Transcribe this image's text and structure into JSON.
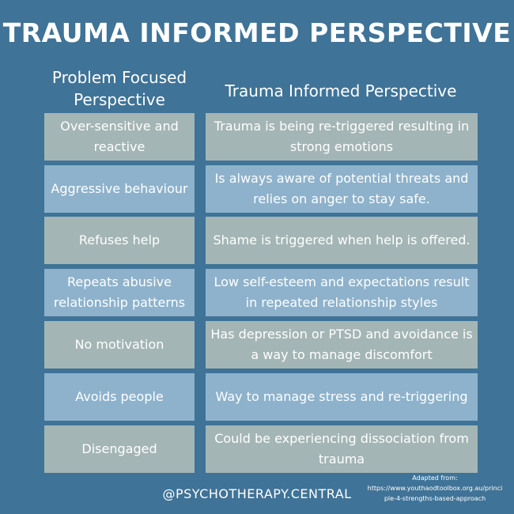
{
  "title": "TRAUMA INFORMED PERSPECTIVE",
  "columns": {
    "left": "Problem Focused Perspective",
    "right": "Trauma Informed Perspective"
  },
  "rows": [
    {
      "left": "Over-sensitive and reactive",
      "right": "Trauma is being re-triggered resulting in strong emotions",
      "color": "#a3b5b4"
    },
    {
      "left": "Aggressive behaviour",
      "right": "Is always aware of potential threats and relies on anger to stay safe.",
      "color": "#8eb2cb"
    },
    {
      "left": "Refuses help",
      "right": "Shame is triggered when help is offered.",
      "color": "#a3b5b4"
    },
    {
      "left": "Repeats abusive relationship patterns",
      "right": "Low self-esteem and expectations result in repeated relationship styles",
      "color": "#8eb2cb"
    },
    {
      "left": "No motivation",
      "right": "Has depression or PTSD and avoidance is a way to manage discomfort",
      "color": "#a3b5b4"
    },
    {
      "left": "Avoids people",
      "right": "Way to manage stress and re-triggering",
      "color": "#8eb2cb"
    },
    {
      "left": "Disengaged",
      "right": "Could be experiencing dissociation from trauma",
      "color": "#a3b5b4"
    }
  ],
  "footer": {
    "handle": "@PSYCHOTHERAPY.CENTRAL",
    "credit_title": "Adapted from:",
    "credit_url_1": "https://www.youthaodtoolbox.org.au/princi",
    "credit_url_2": "ple-4-strengths-based-approach"
  },
  "colors": {
    "background": "#3f7397",
    "text": "#ffffff",
    "row_gray": "#a3b5b4",
    "row_blue": "#8eb2cb"
  }
}
